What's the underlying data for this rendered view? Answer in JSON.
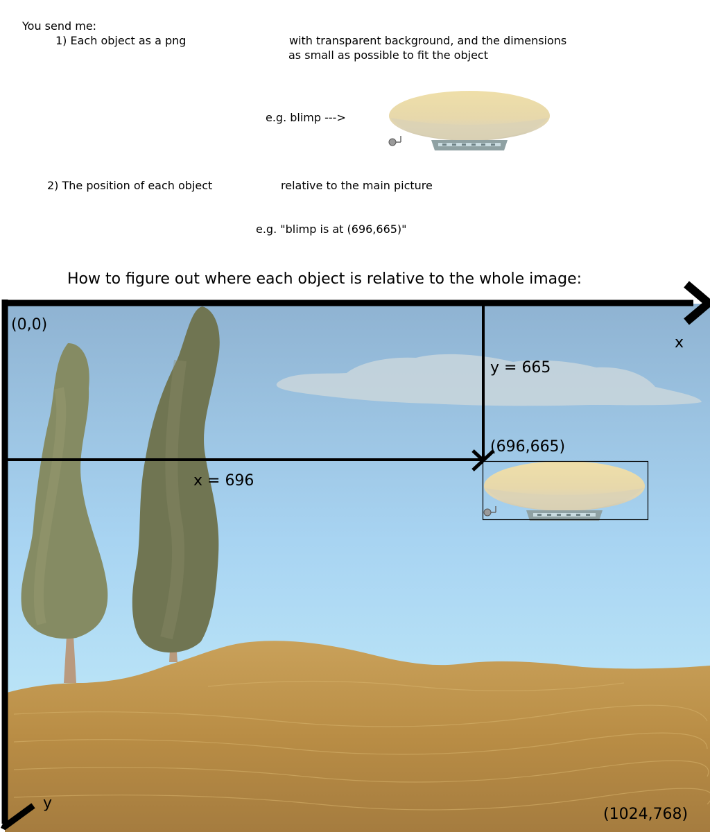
{
  "instructions": {
    "intro": "You send me:",
    "item1_left": "1) Each object as a png",
    "item1_right_line1": "with transparent background, and the dimensions",
    "item1_right_line2": "as small as possible to fit the object",
    "example1": "e.g. blimp --->",
    "item2_left": "2) The position of each object",
    "item2_right": "relative to the main picture",
    "example2": "e.g. \"blimp is at (696,665)\""
  },
  "diagram": {
    "heading": "How to figure out where each object is relative to the whole image:",
    "origin_label": "(0,0)",
    "x_axis_label": "x",
    "y_axis_label": "y",
    "y_measure_label": "y = 665",
    "x_measure_label": "x = 696",
    "point_label": "(696,665)",
    "corner_label": "(1024,768)"
  },
  "colors": {
    "sky_top": "#8fb4d3",
    "sky_bottom": "#c8f0fa",
    "field": "#c49a4c",
    "tree": "#7f8760",
    "blimp_envelope": "#efe3b4",
    "blimp_gondola": "#8fa3a6",
    "axis": "#000000"
  },
  "icons": {
    "blimp_example": "blimp-icon",
    "blimp_in_scene": "blimp-icon"
  }
}
